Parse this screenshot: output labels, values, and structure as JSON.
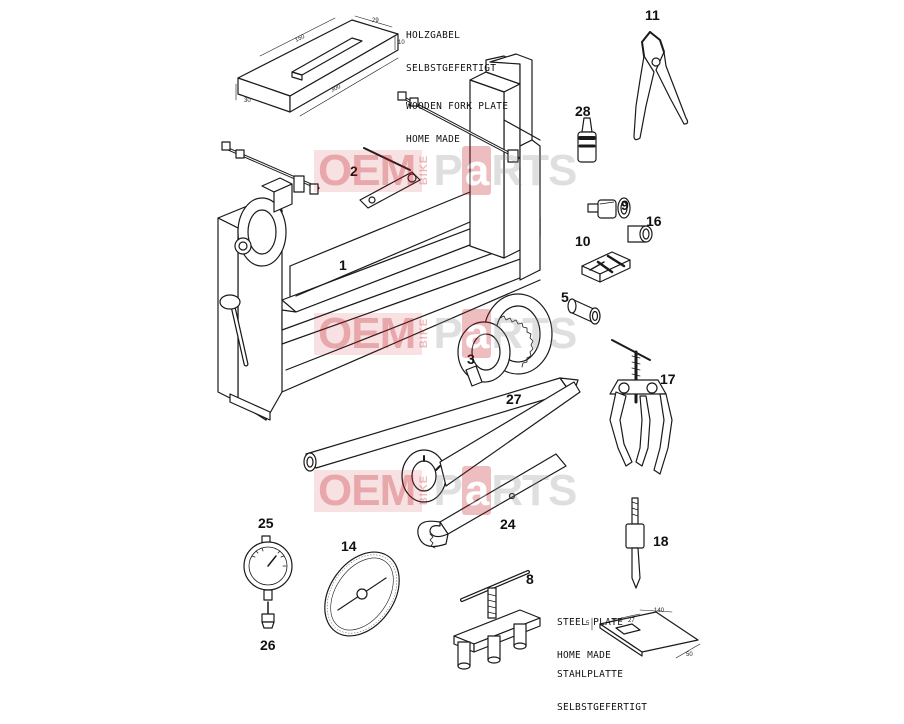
{
  "diagram": {
    "notes": {
      "wooden_fork_plate": [
        "HOLZGABEL",
        "SELBSTGEFERTIGT",
        "WOODEN FORK PLATE",
        "HOME MADE"
      ],
      "steel_plate": [
        "STEEL PLATE",
        "HOME MADE",
        "STAHLPLATTE",
        "SELBSTGEFERTIGT"
      ]
    },
    "dimensions": {
      "wood_block": [
        "150",
        "29",
        "10",
        "30",
        "300"
      ],
      "steel_plate": [
        "5",
        "27",
        "140",
        "50"
      ]
    },
    "callouts": [
      "1",
      "2",
      "3",
      "5",
      "8",
      "9",
      "10",
      "11",
      "14",
      "16",
      "17",
      "18",
      "24",
      "25",
      "26",
      "27",
      "28"
    ],
    "watermark": {
      "oem": "OEM",
      "bike": "BIKE",
      "parts_1": "P",
      "parts_a": "a",
      "parts_2": "RTS",
      "count": 3
    },
    "colors": {
      "line": "#1a1a1a",
      "watermark_red": "#c4161c",
      "watermark_grey": "#8e8e8e"
    }
  }
}
